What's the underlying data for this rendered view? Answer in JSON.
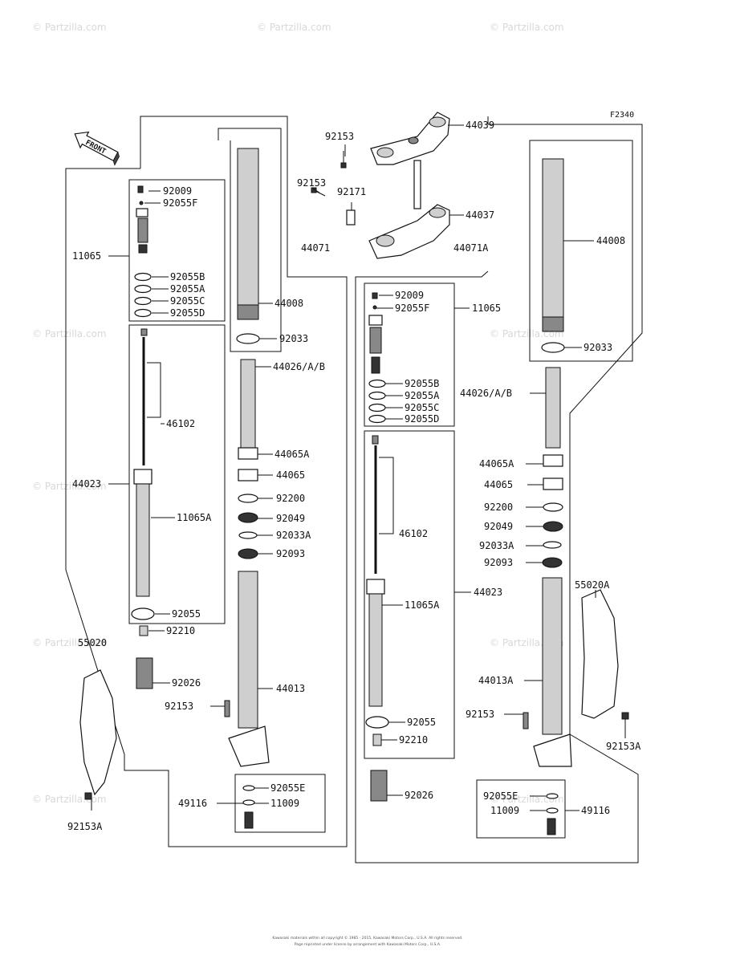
{
  "figure_code": "F2340",
  "front_label": "FRONT",
  "watermark_text": "© Partzilla.com",
  "footer_lines": [
    "Kawasaki materials within all copyright © 1985 - 2015, Kawasaki Motors Corp., U.S.A. All rights reserved.",
    "Page reprinted under license by arrangement with Kawasaki Motors Corp., U.S.A."
  ],
  "parts": {
    "p92153_top": "92153",
    "p44039": "44039",
    "p92153_mid": "92153",
    "p92171": "92171",
    "p44037": "44037",
    "p44071": "44071",
    "p44071A": "44071A",
    "L_92009": "92009",
    "L_92055F": "92055F",
    "L_11065": "11065",
    "L_92055B": "92055B",
    "L_92055A": "92055A",
    "L_92055C": "92055C",
    "L_92055D": "92055D",
    "L_46102": "46102",
    "L_44023": "44023",
    "L_11065A": "11065A",
    "L_92055": "92055",
    "L_92210": "92210",
    "L_92026": "92026",
    "L_55020": "55020",
    "L_92153": "92153",
    "L_92153A": "92153A",
    "C_44008": "44008",
    "C_92033": "92033",
    "C_44026": "44026/A/B",
    "C_44065A": "44065A",
    "C_44065": "44065",
    "C_92200": "92200",
    "C_92049": "92049",
    "C_92033A": "92033A",
    "C_92093": "92093",
    "C_44013": "44013",
    "C_92055E": "92055E",
    "C_49116": "49116",
    "C_11009": "11009",
    "R_92009": "92009",
    "R_92055F": "92055F",
    "R_11065": "11065",
    "R_92055B": "92055B",
    "R_92055A": "92055A",
    "R_92055C": "92055C",
    "R_92055D": "92055D",
    "R_46102": "46102",
    "R_11065A": "11065A",
    "R_44023": "44023",
    "R_92055": "92055",
    "R_92210": "92210",
    "R_92026": "92026",
    "F_44008": "44008",
    "F_92033": "92033",
    "F_44026": "44026/A/B",
    "F_44065A": "44065A",
    "F_44065": "44065",
    "F_92200": "92200",
    "F_92049": "92049",
    "F_92033A": "92033A",
    "F_92093": "92093",
    "F_55020A": "55020A",
    "F_44013A": "44013A",
    "F_92153": "92153",
    "F_92153A": "92153A",
    "F_92055E": "92055E",
    "F_11009": "11009",
    "F_49116": "49116"
  }
}
